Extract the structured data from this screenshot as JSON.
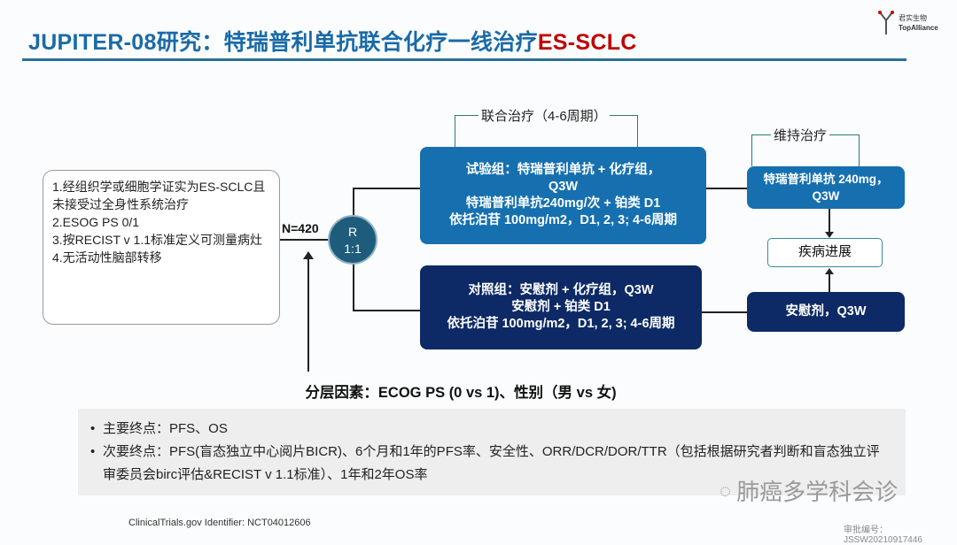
{
  "header": {
    "title_main": "JUPITER-08研究：特瑞普利单抗联合化疗一线治疗",
    "title_highlight": "ES-SCLC",
    "logo_cn": "君实生物",
    "logo_en": "TopAlliance"
  },
  "inclusion": [
    "1.经组织学或细胞学证实为ES-SCLC且未接受过全身性系统治疗",
    "2.ESOG PS 0/1",
    "3.按RECIST v 1.1标准定义可测量病灶",
    "4.无活动性脑部转移"
  ],
  "sample_size": "N=420",
  "randomization": {
    "line1": "R",
    "line2": "1:1"
  },
  "combo_label": "联合治疗（4-6周期）",
  "maint_label": "维持治疗",
  "experimental": [
    "试验组：特瑞普利单抗 + 化疗组，Q3W",
    "特瑞普利单抗240mg/次 + 铂类 D1",
    "依托泊苷 100mg/m2，D1, 2, 3; 4-6周期"
  ],
  "control": [
    "对照组：安慰剂 + 化疗组，Q3W",
    "安慰剂 + 铂类 D1",
    "依托泊苷 100mg/m2，D1, 2, 3; 4-6周期"
  ],
  "maint_exp": "特瑞普利单抗 240mg，Q3W",
  "progression": "疾病进展",
  "maint_ctrl": "安慰剂，Q3W",
  "stratification": "分层因素：ECOG PS (0 vs 1)、性别（男 vs 女)",
  "endpoints": [
    "主要终点：PFS、OS",
    "次要终点：PFS(盲态独立中心阅片BICR)、6个月和1年的PFS率、安全性、ORR/DCR/DOR/TTR（包括根据研究者判断和盲态独立评审委员会birc评估&RECIST v 1.1标准）、1年和2年OS率"
  ],
  "footer": {
    "nct": "ClinicalTrials.gov Identifier: NCT04012606",
    "approval": "审批编号：JSSW20210917446",
    "watermark": "肺癌多学科会诊"
  }
}
